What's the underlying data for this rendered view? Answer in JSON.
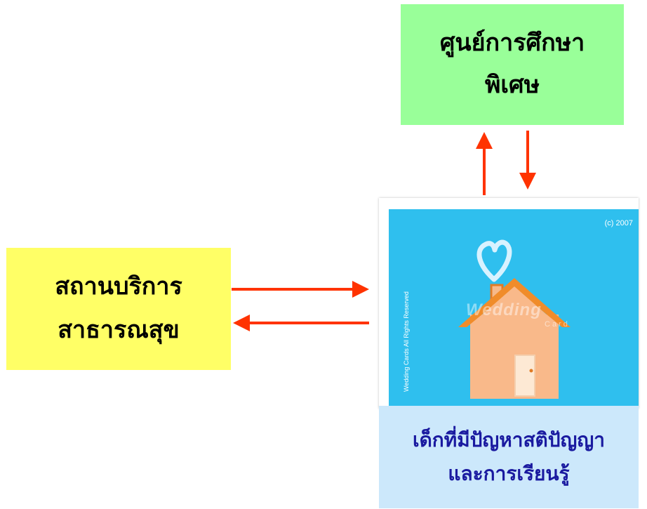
{
  "top_box": {
    "line1": "ศูนย์การศึกษา",
    "line2": "พิเศษ",
    "fill": "#99ff99"
  },
  "left_box": {
    "line1": "สถานบริการ",
    "line2": "สาธารณสุข",
    "fill": "#ffff66"
  },
  "bottom_box": {
    "line1": "เด็กที่มีปัญหาสติปัญญา",
    "line2": "และการเรียนรู้",
    "fill": "#cce8fb",
    "text_color": "#1a1aa0"
  },
  "card": {
    "copyright": "(c) 2007",
    "vertical_text": "Wedding Cards All Rights Reserved",
    "watermark": "Wedding",
    "watermark_sub": "Card",
    "background": "#2fbfee"
  },
  "arrow_color": "#ff3300"
}
